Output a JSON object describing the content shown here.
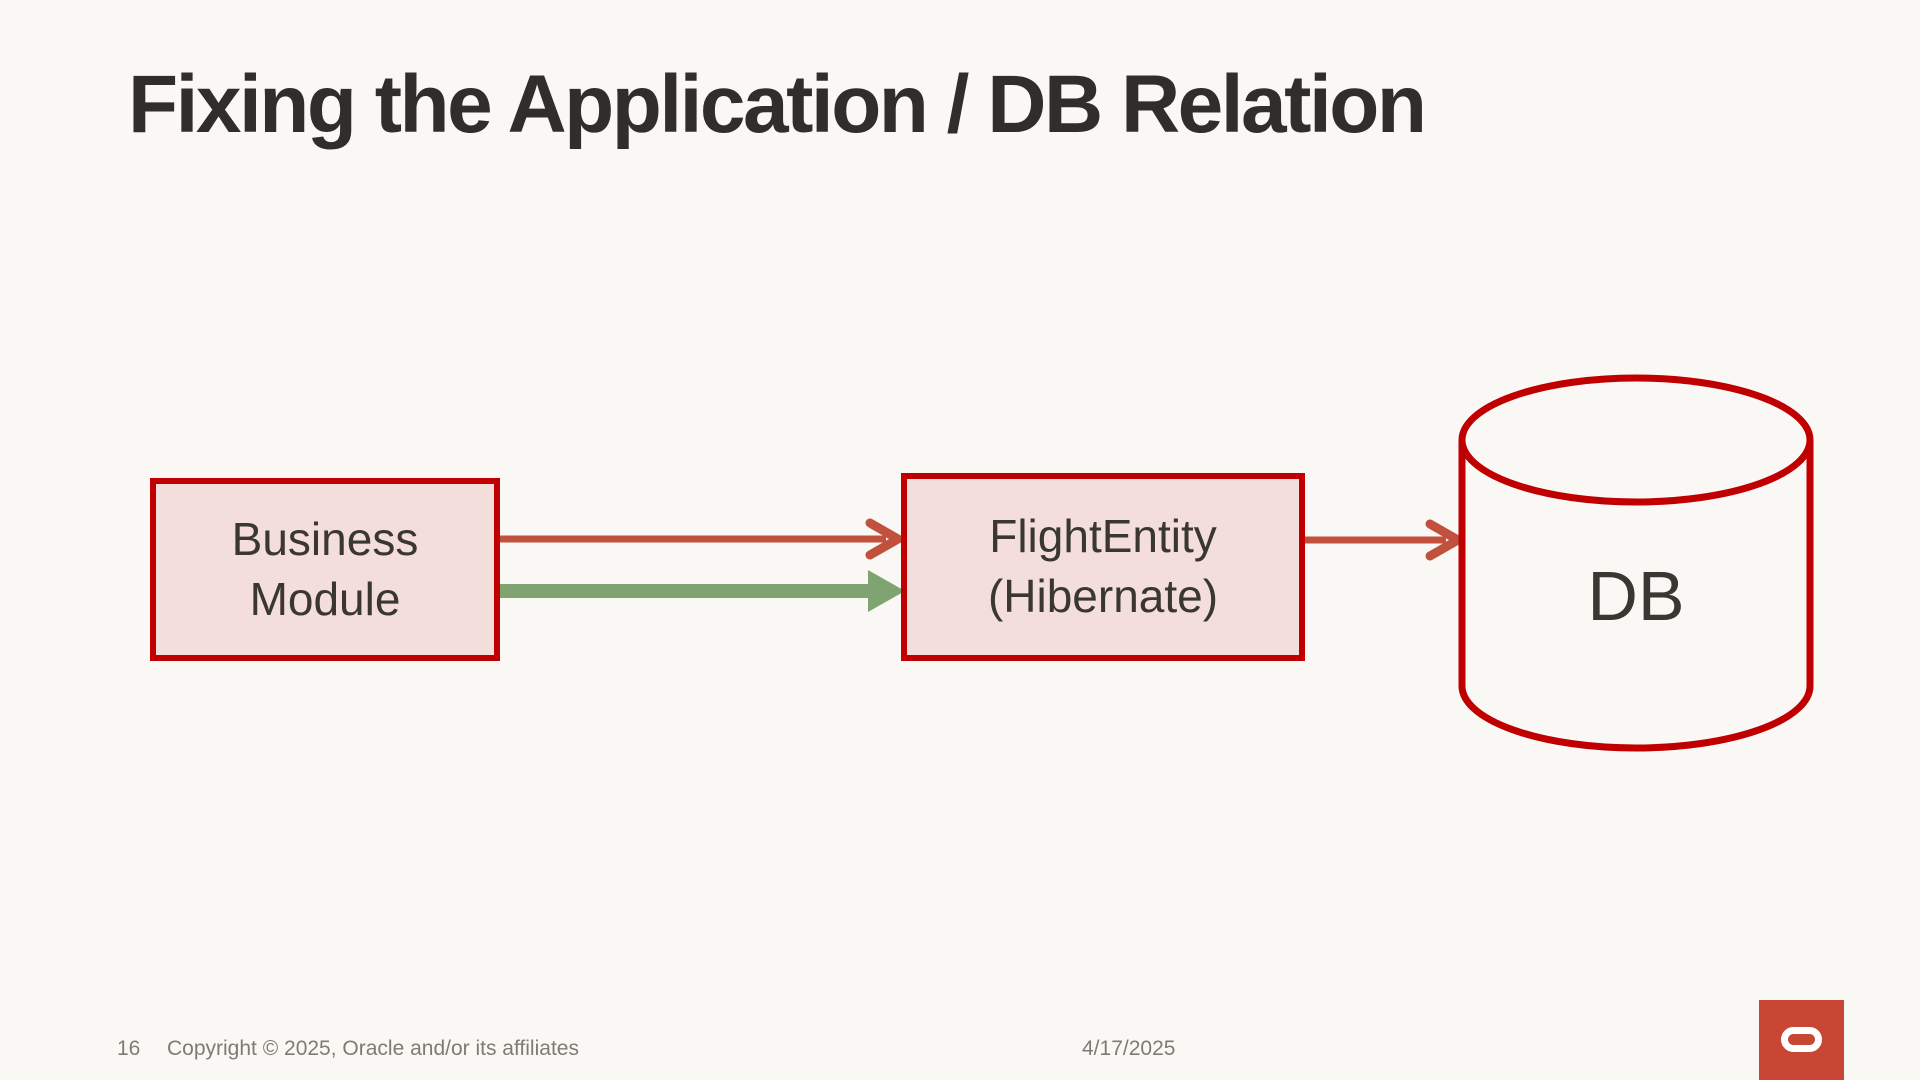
{
  "slide_title": "Fixing the Application / DB Relation",
  "diagram": {
    "nodes": [
      {
        "id": "business-module",
        "label": "Business\nModule"
      },
      {
        "id": "flight-entity",
        "label": "FlightEntity\n(Hibernate)"
      },
      {
        "id": "db",
        "label": "DB"
      }
    ],
    "edges": [
      {
        "from": "business-module",
        "to": "flight-entity",
        "style": "thin-line-arrow",
        "color": "#C1503C"
      },
      {
        "from": "business-module",
        "to": "flight-entity",
        "style": "thick-solid-arrow",
        "color": "#80A471"
      },
      {
        "from": "flight-entity",
        "to": "db",
        "style": "thin-line-arrow",
        "color": "#C1503C"
      }
    ]
  },
  "footer": {
    "page_number": "16",
    "copyright": "Copyright © 2025, Oracle and/or its affiliates",
    "date": "4/17/2025"
  },
  "logo": {
    "name": "oracle-logo",
    "color": "#C74634"
  },
  "colors": {
    "background": "#FAF8F5",
    "node_fill": "#F4DEDB",
    "node_border": "#C00000",
    "title_text": "#312D2A",
    "node_text": "#3A3632",
    "footer_text": "#7F7A74",
    "arrow_red": "#C1503C",
    "arrow_green": "#80A471",
    "cylinder_stroke": "#C00000"
  }
}
